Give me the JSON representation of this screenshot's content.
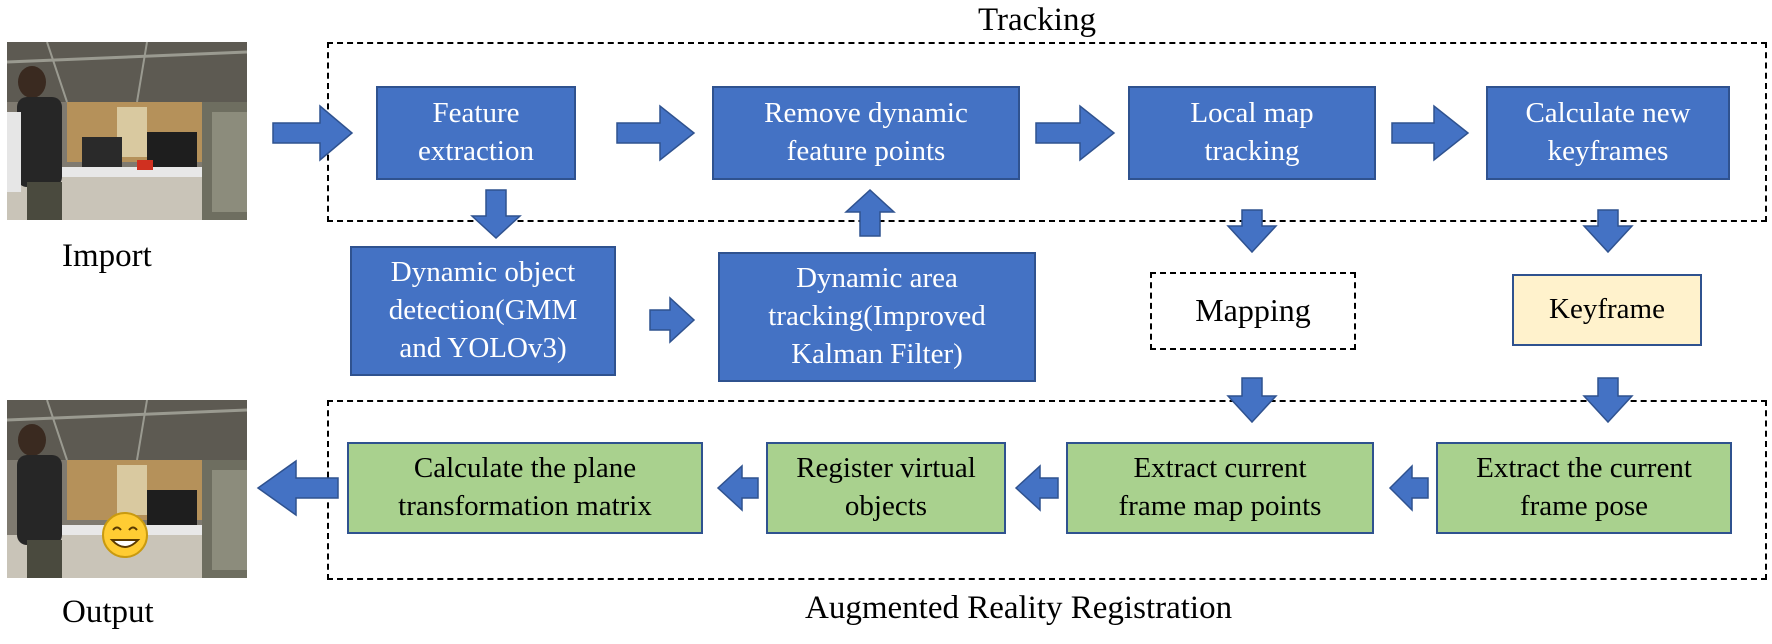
{
  "labels": {
    "tracking": "Tracking",
    "import": "Import",
    "output": "Output",
    "ar_registration": "Augmented Reality Registration"
  },
  "boxes": {
    "feature_extraction": "Feature extraction",
    "remove_dynamic": "Remove dynamic feature points",
    "local_map": "Local map tracking",
    "new_keyframes": "Calculate new keyframes",
    "dynamic_detection": "Dynamic object detection(GMM and YOLOv3)",
    "dynamic_area": "Dynamic area tracking(Improved Kalman Filter)",
    "mapping": "Mapping",
    "keyframe": "Keyframe",
    "plane_matrix": "Calculate the plane transformation matrix",
    "register_objects": "Register virtual objects",
    "extract_map_points": "Extract current frame map points",
    "extract_pose": "Extract the current frame pose"
  },
  "colors": {
    "blue_fill": "#4472c4",
    "green_fill": "#a9d18e",
    "yellow_fill": "#fff2cc",
    "border": "#2f528f",
    "arrow": "#4472c4"
  }
}
